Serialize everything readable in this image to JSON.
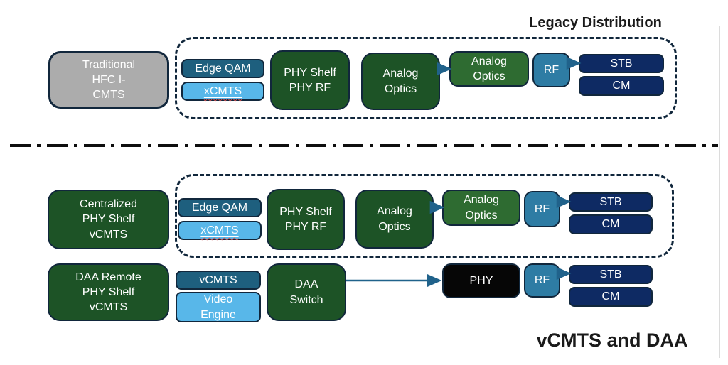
{
  "diagram": {
    "titles": {
      "legacy": "Legacy Distribution",
      "daa": "vCMTS and DAA"
    },
    "legacy_row": {
      "source": "Traditional\nHFC I-\nCMTS",
      "edge_qam": "Edge QAM",
      "xcmts": "xCMTS",
      "phy_shelf": "PHY Shelf\nPHY RF",
      "analog_optics_a": "Analog\nOptics",
      "analog_optics_b": "Analog\nOptics",
      "rf": "RF",
      "stb": "STB",
      "cm": "CM"
    },
    "centralized_row": {
      "source": "Centralized\nPHY Shelf\nvCMTS",
      "edge_qam": "Edge QAM",
      "xcmts": "xCMTS",
      "phy_shelf": "PHY Shelf\nPHY RF",
      "analog_optics_a": "Analog\nOptics",
      "analog_optics_b": "Analog\nOptics",
      "rf": "RF",
      "stb": "STB",
      "cm": "CM"
    },
    "daa_row": {
      "source": "DAA Remote\nPHY Shelf\nvCMTS",
      "vcmts": "vCMTS",
      "video_engine": "Video\nEngine",
      "daa_switch": "DAA\nSwitch",
      "phy": "PHY",
      "rf": "RF",
      "stb": "STB",
      "cm": "CM"
    },
    "connections": [
      {
        "from": "legacy-analog-optics-a",
        "to": "legacy-analog-optics-b"
      },
      {
        "from": "legacy-rf",
        "to": "legacy-stb"
      },
      {
        "from": "centralized-analog-optics-a",
        "to": "centralized-analog-optics-b"
      },
      {
        "from": "centralized-rf",
        "to": "centralized-stb"
      },
      {
        "from": "daa-switch",
        "to": "daa-phy"
      },
      {
        "from": "daa-rf",
        "to": "daa-stb"
      }
    ]
  },
  "colors": {
    "dark_green": "#1D5326",
    "medium_green": "#2E6B31",
    "dark_teal": "#1E5F7E",
    "light_blue": "#58B7E9",
    "rf_teal": "#2E7CA4",
    "navy": "#0E2A63",
    "phy_black": "#060606",
    "gray_box": "#ACACAC",
    "outline": "#11273C",
    "arrow": "#20628B",
    "title_text": "#1A1A1A"
  }
}
